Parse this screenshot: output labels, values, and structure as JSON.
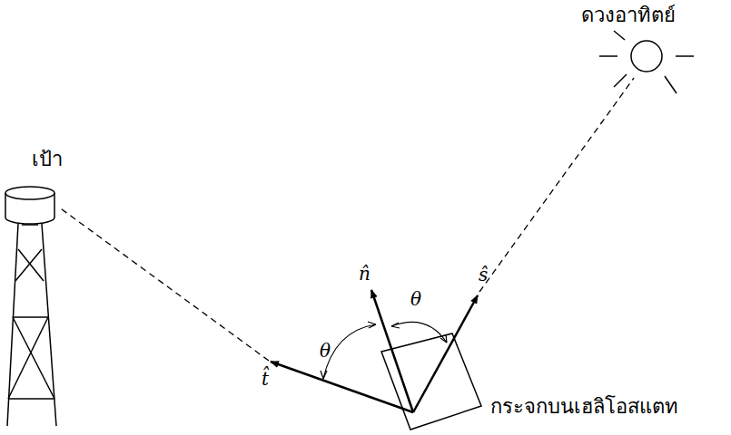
{
  "diagram": {
    "labels": [
      "ดวงอาทิตย์",
      "เป้า",
      "n̂",
      "θ",
      "θ",
      "ŝ",
      "t̂",
      "กระจกบนเฮลิโอสแตท"
    ]
  }
}
